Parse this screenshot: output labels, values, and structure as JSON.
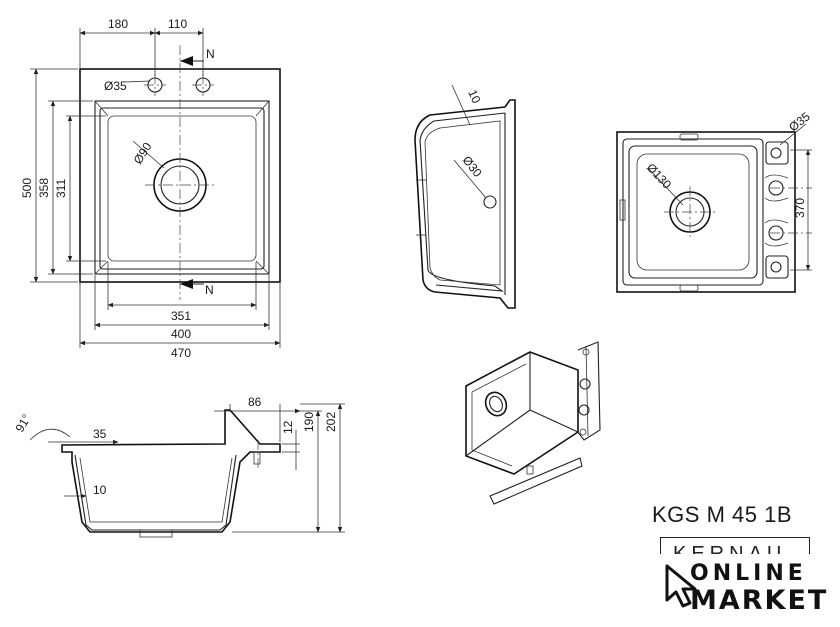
{
  "top_view": {
    "dims": {
      "d180": "180",
      "d110": "110",
      "hole": "Ø35",
      "drain": "Ø90",
      "d500": "500",
      "d358": "358",
      "d311": "311",
      "d351": "351",
      "d400": "400",
      "d470": "470",
      "north_top": "N",
      "north_bottom": "N"
    }
  },
  "section_view": {
    "dims": {
      "angle": "91°",
      "d35": "35",
      "d10": "10",
      "d86": "86",
      "d12": "12",
      "d190": "190",
      "d202": "202"
    }
  },
  "side_view": {
    "dims": {
      "d10": "10",
      "drain": "Ø30"
    }
  },
  "underside_view": {
    "dims": {
      "drain": "Ø130",
      "hole": "Ø35",
      "d370": "370"
    }
  },
  "product": {
    "model": "KGS M 45 1B",
    "brand_partial": "KERNAU",
    "store_line1": "ONLINE",
    "store_line2": "MARKET"
  }
}
